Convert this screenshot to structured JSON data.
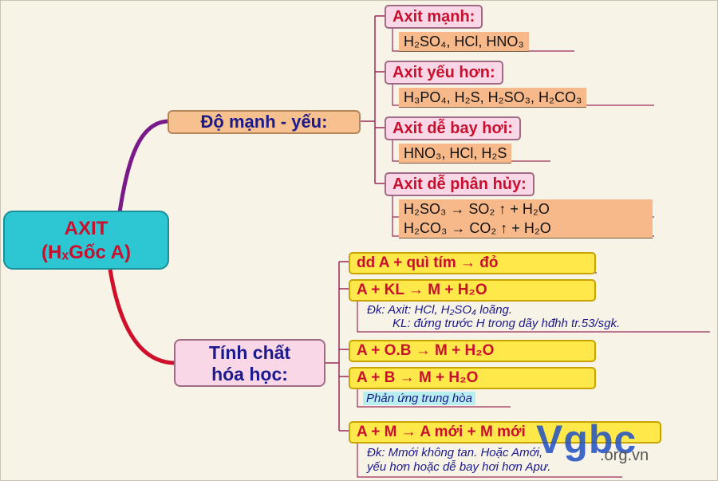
{
  "root": {
    "line1": "AXIT",
    "line2": "(HₓGốc A)"
  },
  "branch_strength": {
    "label": "Độ mạnh - yếu:",
    "groups": [
      {
        "heading": "Axit mạnh:",
        "formulas": [
          "H₂SO₄, HCl, HNO₃"
        ]
      },
      {
        "heading": "Axit yếu hơn:",
        "formulas": [
          "H₃PO₄, H₂S, H₂SO₃, H₂CO₃"
        ]
      },
      {
        "heading": "Axit dễ bay hơi:",
        "formulas": [
          "HNO₃, HCl, H₂S"
        ]
      },
      {
        "heading": "Axit dễ phân hủy:",
        "formulas": [
          "H₂SO₃   →   SO₂ ↑  +   H₂O",
          "H₂CO₃   →   CO₂ ↑  +   H₂O"
        ]
      }
    ]
  },
  "branch_properties": {
    "label_line1": "Tính chất",
    "label_line2": "hóa học:",
    "items": [
      {
        "text": "dd A   +   quì tím   →   đỏ"
      },
      {
        "text": "A   +   KL   →  M   +  H₂O",
        "note1": "Đk: Axit: HCl, H₂SO₄ loãng.",
        "note2": "KL: đứng trước H trong dãy hđhh tr.53/sgk."
      },
      {
        "text": "A   +   O.B →  M   +  H₂O"
      },
      {
        "text": "A   +     B    →   M +  H₂O",
        "note_cyan": "Phản ứng trung hòa"
      },
      {
        "text": "A   + M     →     A mới   +   M mới",
        "note1": "Đk: Mmới không tan. Hoặc Amới,",
        "note2": "yếu hơn hoặc dễ bay hơi hơn Apư."
      }
    ]
  },
  "watermark": {
    "big": "Vgbc",
    "small": ".org.vn"
  },
  "colors": {
    "root_fill": "#2cc7d3",
    "heading_fill": "#f9d7e6",
    "formula_fill": "#f8b98a",
    "prop_fill": "#ffe94a"
  }
}
